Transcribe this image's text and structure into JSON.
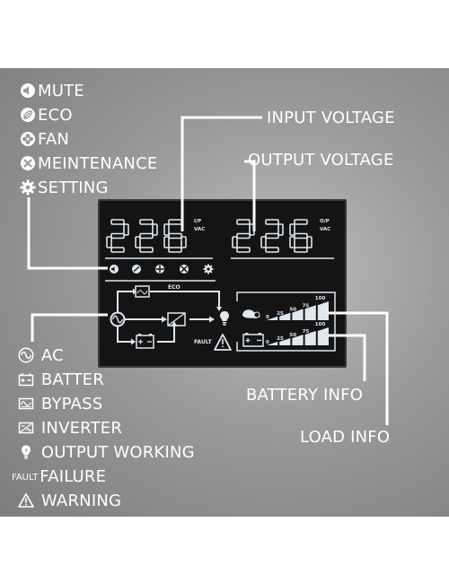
{
  "legend_top": [
    {
      "icon": "mute-icon",
      "label": "MUTE"
    },
    {
      "icon": "eco-icon",
      "label": "ECO"
    },
    {
      "icon": "fan-icon",
      "label": "FAN"
    },
    {
      "icon": "maintenance-icon",
      "label": "MEINTENANCE"
    },
    {
      "icon": "setting-icon",
      "label": "SETTING"
    }
  ],
  "legend_bottom": [
    {
      "icon": "ac-icon",
      "label": "AC"
    },
    {
      "icon": "battery-icon",
      "label": "BATTER"
    },
    {
      "icon": "bypass-icon",
      "label": "BYPASS"
    },
    {
      "icon": "inverter-icon",
      "label": "INVERTER"
    },
    {
      "icon": "bulb-icon",
      "label": "OUTPUT WORKING"
    },
    {
      "icon": "fault-text",
      "label": "FAILURE",
      "prefix": "FAULT"
    },
    {
      "icon": "warning-icon",
      "label": "WARNING"
    }
  ],
  "callouts": {
    "input_voltage": "INPUT VOLTAGE",
    "output_voltage": "OUTPUT VOLTAGE",
    "battery_info": "BATTERY INFO",
    "load_info": "LOAD INFO"
  },
  "lcd": {
    "input_value": "226",
    "input_tag_top": "I/P",
    "input_tag_bottom": "VAC",
    "output_value": "226",
    "output_tag_top": "O/P",
    "output_tag_bottom": "VAC",
    "eco_label": "ECO",
    "fault_label": "FAULT",
    "scale_ticks": [
      "0",
      "25",
      "50",
      "75",
      "100"
    ]
  },
  "colors": {
    "lcd_bg": "#141414",
    "segment": "#dfe7ef",
    "text": "#ffffff"
  }
}
